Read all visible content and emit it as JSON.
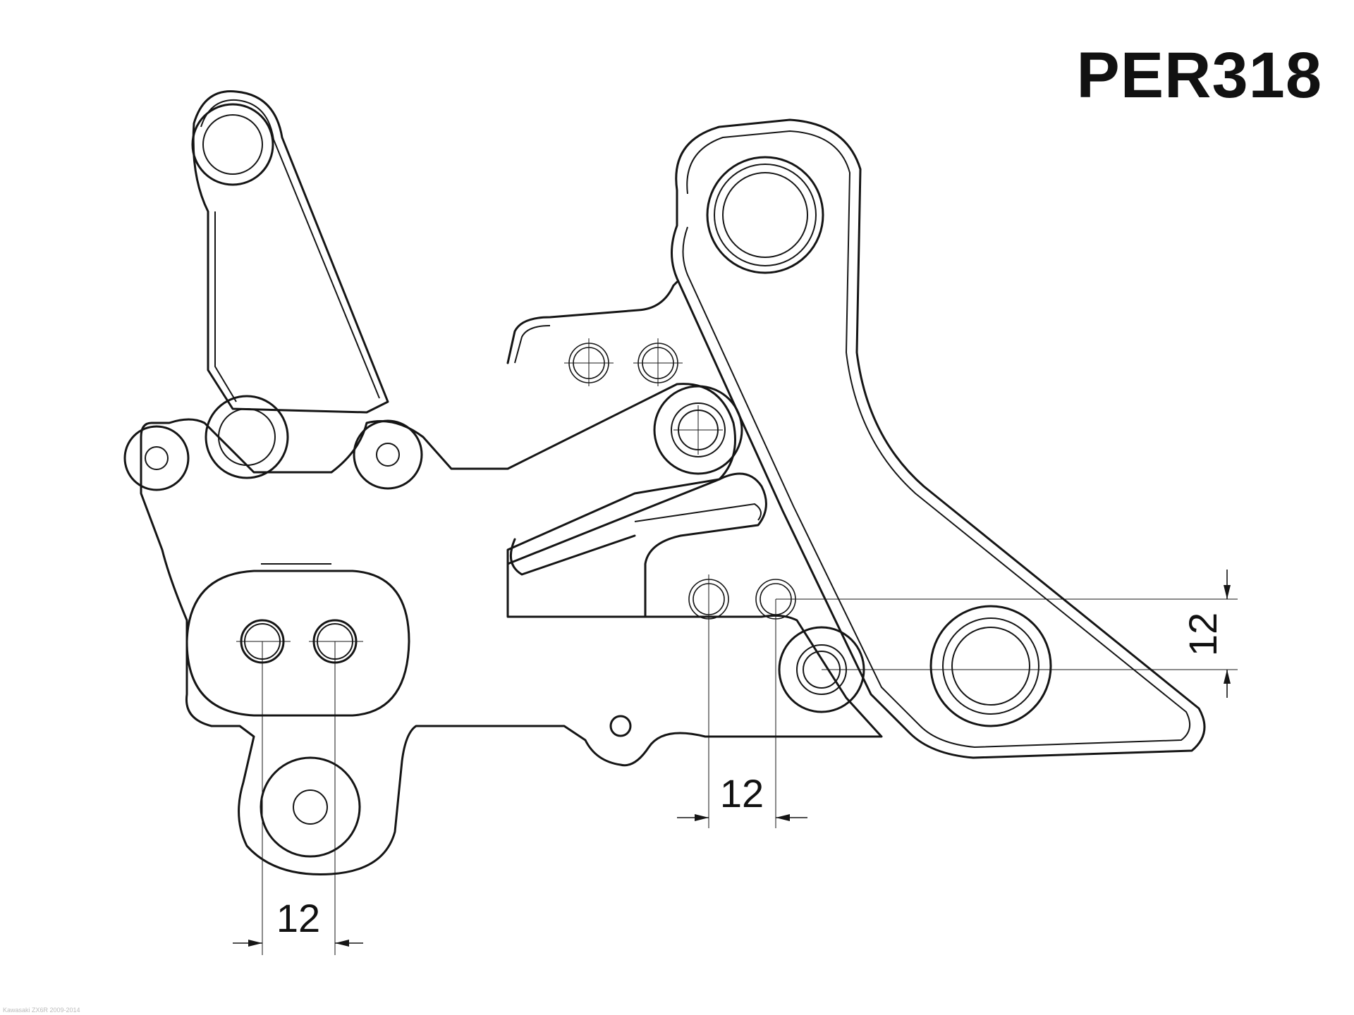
{
  "title": {
    "part_code": "PER318"
  },
  "dimensions": {
    "lower_left_spacing": "12",
    "middle_spacing": "12",
    "vertical_spacing": "12"
  },
  "footer": {
    "note": "Kawasaki ZX6R 2009-2014"
  },
  "colors": {
    "line": "#151515",
    "background": "#ffffff"
  }
}
